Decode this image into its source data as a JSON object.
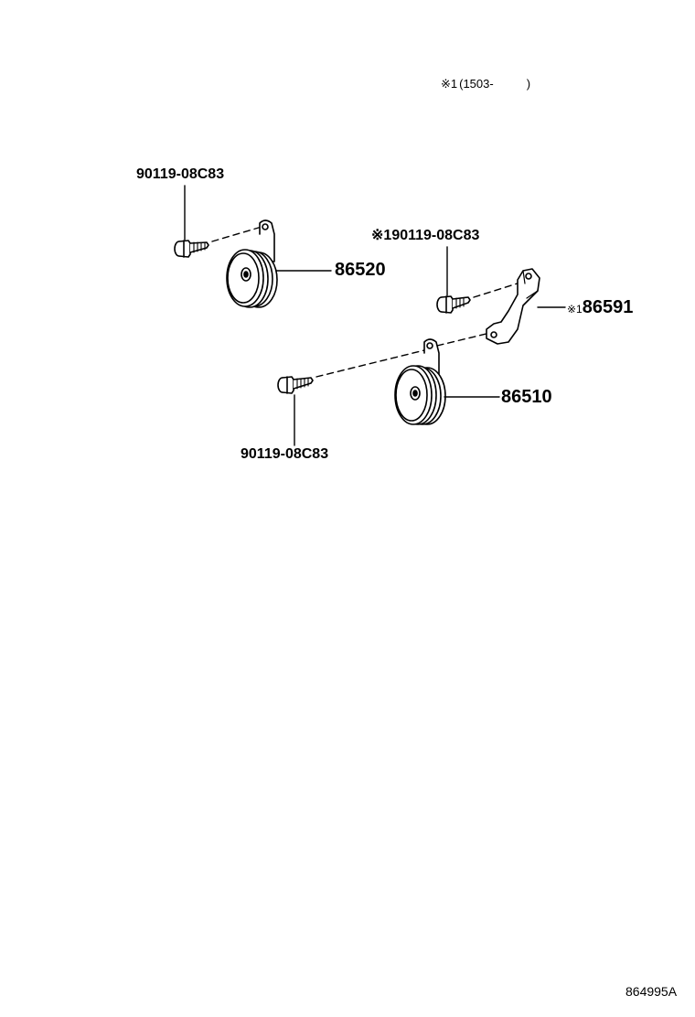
{
  "note": {
    "marker": "※1",
    "range_open": "(1503-",
    "range_close": ")"
  },
  "labels": {
    "bolt_upper": "90119-08C83",
    "horn_low": "86520",
    "bolt_bracket_marker": "※1",
    "bolt_bracket": "90119-08C83",
    "bracket_marker": "※1",
    "bracket": "86591",
    "horn_high": "86510",
    "bolt_lower": "90119-08C83"
  },
  "illustration_id": "864995A",
  "colors": {
    "line": "#000000",
    "background": "#ffffff"
  }
}
